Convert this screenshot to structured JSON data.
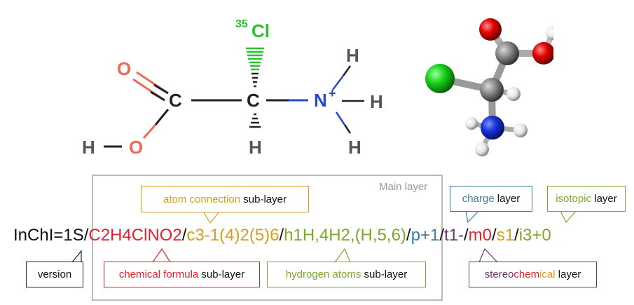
{
  "colors": {
    "black": "#111111",
    "formula": "#e0232e",
    "connection": "#d4a019",
    "hydrogen": "#7ba82b",
    "charge": "#3b7fa0",
    "stereo": "#6b3a6b",
    "oxygen": "#ea6a55",
    "nitrogen": "#2c47c9",
    "chlorine": "#2ec12e",
    "main_layer_border": "#bbbbbb"
  },
  "structure2d": {
    "atoms": {
      "cl_mass": "35",
      "cl": "Cl",
      "o_carbonyl": "O",
      "c1": "C",
      "c2": "C",
      "n": "N",
      "plus": "+",
      "h_n_top": "H",
      "h_n_right": "H",
      "h_n_bottom": "H",
      "h_c2": "H",
      "h_o": "H",
      "o_hydroxyl": "O"
    }
  },
  "inchi": {
    "prefix": "InChI=1S",
    "formula": "C2H4ClNO2",
    "connection": "c3-1(4)2(5)6",
    "hydrogen": "h1H,4H2,(H,5,6)",
    "charge": "p+1",
    "stereo_t": "t1-",
    "stereo_m": "m0",
    "stereo_s": "s1",
    "isotopic": "i3+0",
    "sep": "/"
  },
  "labels": {
    "main_layer": "Main layer",
    "atom_connection_colored": "atom connection",
    "atom_connection_rest": " sub-layer",
    "charge_colored": "charge",
    "charge_rest": " layer",
    "isotopic_colored": "isotopic",
    "isotopic_rest": " layer",
    "version": "version",
    "formula_colored": "chemical formula",
    "formula_rest": " sub-layer",
    "hydrogen_colored": "hydrogen atoms",
    "hydrogen_rest": " sub-layer",
    "stereo_part1": "stereo",
    "stereo_part2": "chem",
    "stereo_part3": "ical",
    "stereo_rest": " layer"
  }
}
